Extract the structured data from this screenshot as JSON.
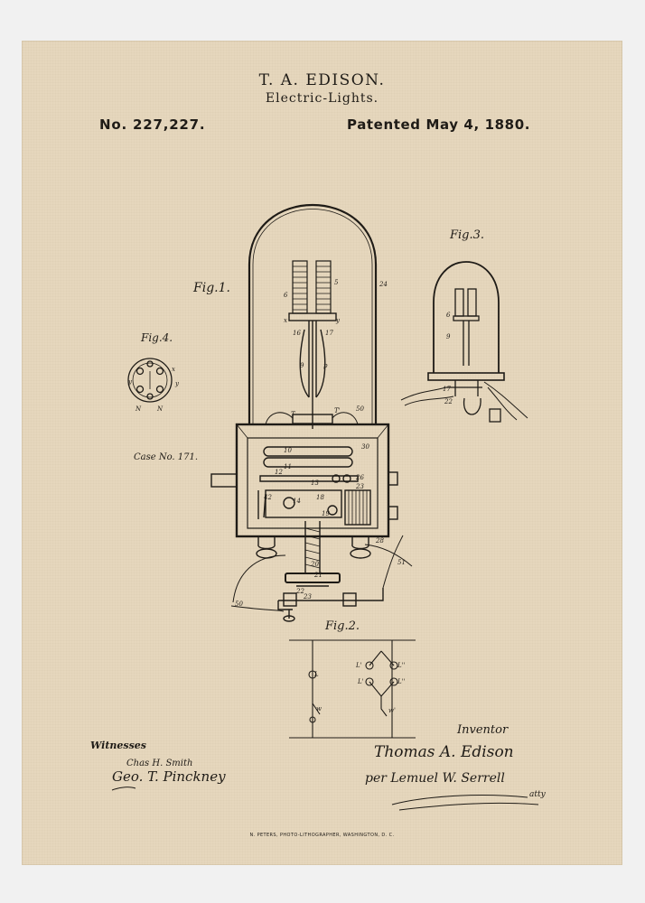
{
  "patent": {
    "inventor_header": "T. A. EDISON.",
    "title": "Electric-Lights.",
    "number": "No. 227,227.",
    "date": "Patented May 4, 1880."
  },
  "figures": {
    "fig1": "Fig.1.",
    "fig2": "Fig.2.",
    "fig3": "Fig.3.",
    "fig4": "Fig.4.",
    "case": "Case No. 171."
  },
  "signatures": {
    "witnesses_label": "Witnesses",
    "witness1": "Chas H. Smith",
    "witness2": "Geo. T. Pinckney",
    "inventor_label": "Inventor",
    "inventor": "Thomas A. Edison",
    "attorney": "per Lemuel W. Serrell",
    "attorney_suffix": "atty"
  },
  "footer": "N. PETERS, PHOTO-LITHOGRAPHER, WASHINGTON, D. C.",
  "colors": {
    "paper": "#e6d7bd",
    "ink": "#1d1a16",
    "background": "#f1f1f1"
  }
}
